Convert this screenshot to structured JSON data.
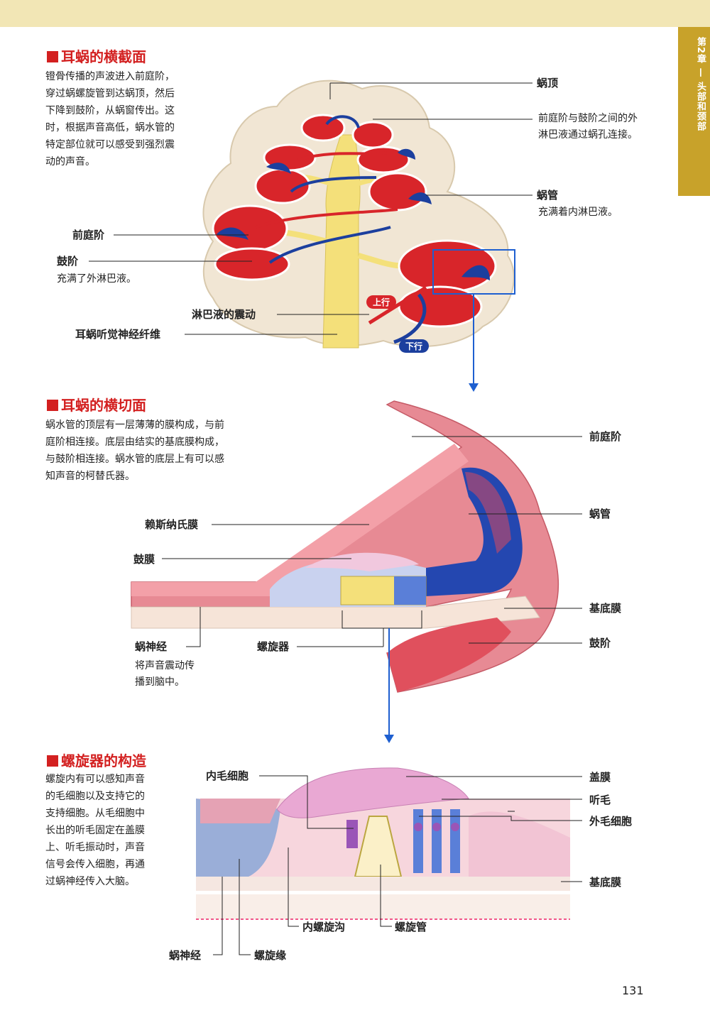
{
  "chapter": "第2章 — 头部和颈部",
  "page_number": "131",
  "section1": {
    "title": "耳蜗的横截面",
    "description": [
      "镫骨传播的声波进入前庭阶，",
      "穿过蜗螺旋管到达蜗顶，然后",
      "下降到鼓阶，从蜗窗传出。这",
      "时，根据声音高低，蜗水管的",
      "特定部位就可以感受到强烈震",
      "动的声音。"
    ],
    "labels": {
      "apex": "蜗顶",
      "helicotrema": [
        "前庭阶与鼓阶之间的外",
        "淋巴液通过蜗孔连接。"
      ],
      "cochlear_duct": "蜗管",
      "cochlear_duct_note": "充满着内淋巴液。",
      "scala_vestibuli": "前庭阶",
      "scala_tympani": "鼓阶",
      "scala_tympani_note": "充满了外淋巴液。",
      "vibration": "淋巴液的震动",
      "nerve": "耳蜗听觉神经纤维",
      "up": "上行",
      "down": "下行"
    }
  },
  "section2": {
    "title": "耳蜗的横切面",
    "description": [
      "蜗水管的顶层有一层薄薄的膜构成，与前",
      "庭阶相连接。底层由结实的基底膜构成，",
      "与鼓阶相连接。蜗水管的底层上有可以感",
      "知声音的柯替氏器。"
    ],
    "labels": {
      "scala_vestibuli": "前庭阶",
      "reissner": "赖斯纳氏膜",
      "cochlear_duct": "蜗管",
      "tectorial": "鼓膜",
      "basilar": "基底膜",
      "scala_tympani": "鼓阶",
      "nerve": "蜗神经",
      "nerve_note": [
        "将声音震动传",
        "播到脑中。"
      ],
      "organ": "螺旋器"
    }
  },
  "section3": {
    "title": "螺旋器的构造",
    "description": [
      "螺旋内有可以感知声音",
      "的毛细胞以及支持它的",
      "支持细胞。从毛细胞中",
      "长出的听毛固定在盖膜",
      "上、听毛振动时，声音",
      "信号会传入细胞，再通",
      "过蜗神经传入大脑。"
    ],
    "labels": {
      "inner_hair": "内毛细胞",
      "tectorial": "盖膜",
      "hair": "听毛",
      "outer_hair": "外毛细胞",
      "basilar": "基底膜",
      "inner_sulcus": "内螺旋沟",
      "tunnel": "螺旋管",
      "nerve": "蜗神经",
      "limbus": "螺旋缘"
    }
  },
  "colors": {
    "accent_red": "#d32020",
    "scala_red": "#d8252a",
    "duct_blue": "#1c3f9e",
    "nerve_yellow": "#f4e07a",
    "band": "#f2e6b5",
    "tab": "#c8a22a"
  }
}
